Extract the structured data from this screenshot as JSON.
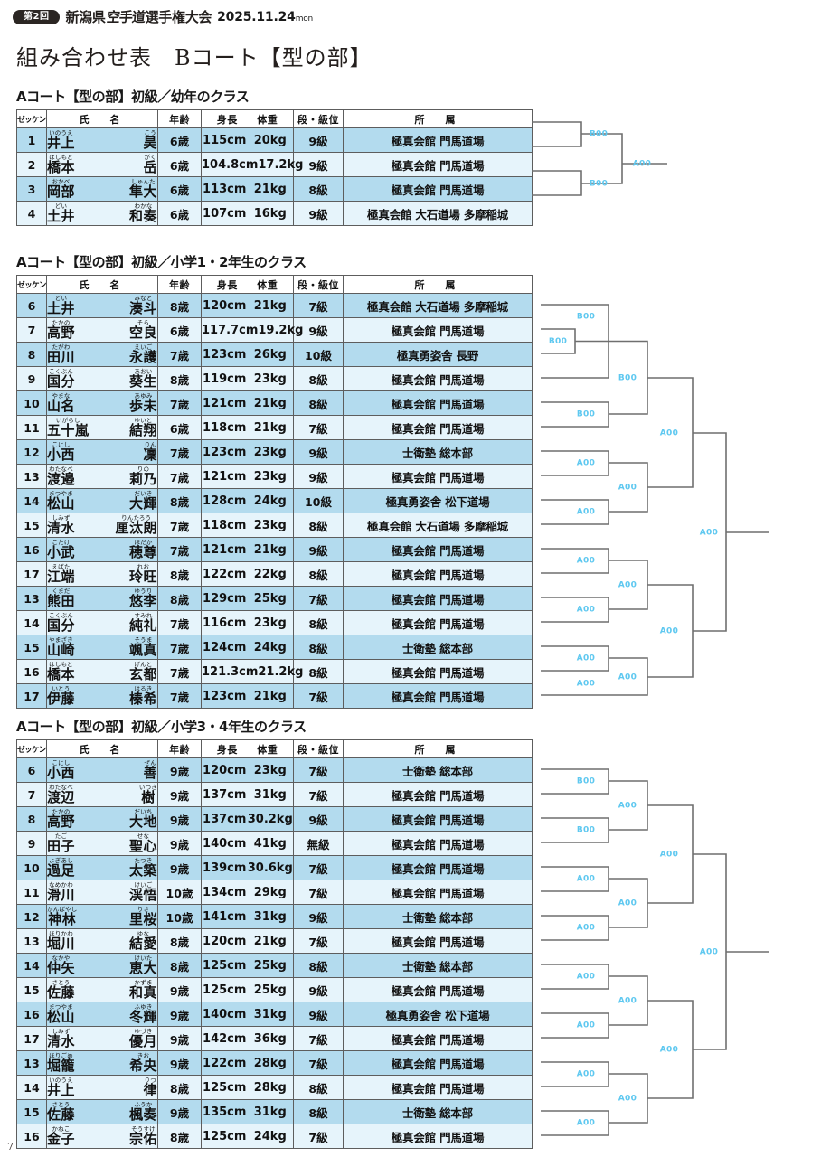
{
  "header": {
    "edition_pill": "第2回",
    "event_prefix": "新潟県",
    "event_brush": "空手道",
    "event_suffix": "選手権大会",
    "date": "2025.11.24",
    "weekday": "mon"
  },
  "page_title": "組み合わせ表　Bコート【型の部】",
  "page_number": "7",
  "colors": {
    "row_even": "#b3dbee",
    "row_odd": "#e6f4fb",
    "bracket_label": "#5ec8f0",
    "bracket_line": "#6f6f6f",
    "border": "#5d5d5d"
  },
  "table_headers": {
    "bib": "ゼッケン",
    "name": "氏　名",
    "age": "年齢",
    "height": "身長",
    "weight": "体重",
    "rank": "段・級位",
    "affiliation": "所　属"
  },
  "blocks": [
    {
      "title": "Aコート【型の部】初級／幼年のクラス",
      "rows": [
        {
          "bib": "1",
          "kana_sei": "いのうえ",
          "sei": "井上",
          "kana_mei": "こう",
          "mei": "昊",
          "age": "6歳",
          "height": "115cm",
          "weight": "20kg",
          "rank": "9級",
          "affiliation": "極真会館 門馬道場"
        },
        {
          "bib": "2",
          "kana_sei": "はしもと",
          "sei": "橋本",
          "kana_mei": "がく",
          "mei": "岳",
          "age": "6歳",
          "height": "104.8cm",
          "weight": "17.2kg",
          "rank": "9級",
          "affiliation": "極真会館 門馬道場"
        },
        {
          "bib": "3",
          "kana_sei": "おかべ",
          "sei": "岡部",
          "kana_mei": "しゅんた",
          "mei": "隼大",
          "age": "6歳",
          "height": "113cm",
          "weight": "21kg",
          "rank": "8級",
          "affiliation": "極真会館 門馬道場"
        },
        {
          "bib": "4",
          "kana_sei": "どい",
          "sei": "土井",
          "kana_mei": "わかな",
          "mei": "和奏",
          "age": "6歳",
          "height": "107cm",
          "weight": "16kg",
          "rank": "9級",
          "affiliation": "極真会館 大石道場 多摩稲城"
        }
      ],
      "bracket": {
        "labels_round1": [
          "B00",
          "B00"
        ],
        "labels_round2": [
          "A00"
        ]
      }
    },
    {
      "title": "Aコート【型の部】初級／小学1・2年生のクラス",
      "rows": [
        {
          "bib": "6",
          "kana_sei": "どい",
          "sei": "土井",
          "kana_mei": "みなと",
          "mei": "湊斗",
          "age": "8歳",
          "height": "120cm",
          "weight": "21kg",
          "rank": "7級",
          "affiliation": "極真会館 大石道場 多摩稲城"
        },
        {
          "bib": "7",
          "kana_sei": "たかの",
          "sei": "高野",
          "kana_mei": "そら",
          "mei": "空良",
          "age": "6歳",
          "height": "117.7cm",
          "weight": "19.2kg",
          "rank": "9級",
          "affiliation": "極真会館 門馬道場"
        },
        {
          "bib": "8",
          "kana_sei": "たがわ",
          "sei": "田川",
          "kana_mei": "えいご",
          "mei": "永護",
          "age": "7歳",
          "height": "123cm",
          "weight": "26kg",
          "rank": "10級",
          "affiliation": "極真勇姿舎 長野"
        },
        {
          "bib": "9",
          "kana_sei": "こくぶん",
          "sei": "国分",
          "kana_mei": "あおい",
          "mei": "葵生",
          "age": "8歳",
          "height": "119cm",
          "weight": "23kg",
          "rank": "8級",
          "affiliation": "極真会館 門馬道場"
        },
        {
          "bib": "10",
          "kana_sei": "やまな",
          "sei": "山名",
          "kana_mei": "あゆみ",
          "mei": "歩未",
          "age": "7歳",
          "height": "121cm",
          "weight": "21kg",
          "rank": "8級",
          "affiliation": "極真会館 門馬道場"
        },
        {
          "bib": "11",
          "kana_sei": "いがらし",
          "sei": "五十嵐",
          "kana_mei": "ゆいと",
          "mei": "結翔",
          "age": "6歳",
          "height": "118cm",
          "weight": "21kg",
          "rank": "7級",
          "affiliation": "極真会館 門馬道場"
        },
        {
          "bib": "12",
          "kana_sei": "こにし",
          "sei": "小西",
          "kana_mei": "りん",
          "mei": "凜",
          "age": "7歳",
          "height": "123cm",
          "weight": "23kg",
          "rank": "9級",
          "affiliation": "士衛塾 総本部"
        },
        {
          "bib": "13",
          "kana_sei": "わたなべ",
          "sei": "渡邉",
          "kana_mei": "りの",
          "mei": "莉乃",
          "age": "7歳",
          "height": "121cm",
          "weight": "23kg",
          "rank": "9級",
          "affiliation": "極真会館 門馬道場"
        },
        {
          "bib": "14",
          "kana_sei": "まつやま",
          "sei": "松山",
          "kana_mei": "だいき",
          "mei": "大輝",
          "age": "8歳",
          "height": "128cm",
          "weight": "24kg",
          "rank": "10級",
          "affiliation": "極真勇姿舎 松下道場"
        },
        {
          "bib": "15",
          "kana_sei": "しみず",
          "sei": "清水",
          "kana_mei": "りんたろう",
          "mei": "厘汰朗",
          "age": "7歳",
          "height": "118cm",
          "weight": "23kg",
          "rank": "8級",
          "affiliation": "極真会館 大石道場 多摩稲城"
        },
        {
          "bib": "16",
          "kana_sei": "こたけ",
          "sei": "小武",
          "kana_mei": "ほだか",
          "mei": "穂尊",
          "age": "7歳",
          "height": "121cm",
          "weight": "21kg",
          "rank": "9級",
          "affiliation": "極真会館 門馬道場"
        },
        {
          "bib": "17",
          "kana_sei": "えばた",
          "sei": "江端",
          "kana_mei": "れお",
          "mei": "玲旺",
          "age": "8歳",
          "height": "122cm",
          "weight": "22kg",
          "rank": "8級",
          "affiliation": "極真会館 門馬道場"
        },
        {
          "bib": "13",
          "kana_sei": "くまだ",
          "sei": "熊田",
          "kana_mei": "ゆうり",
          "mei": "悠李",
          "age": "8歳",
          "height": "129cm",
          "weight": "25kg",
          "rank": "7級",
          "affiliation": "極真会館 門馬道場"
        },
        {
          "bib": "14",
          "kana_sei": "こくぶん",
          "sei": "国分",
          "kana_mei": "すみれ",
          "mei": "純礼",
          "age": "7歳",
          "height": "116cm",
          "weight": "23kg",
          "rank": "8級",
          "affiliation": "極真会館 門馬道場"
        },
        {
          "bib": "15",
          "kana_sei": "やまざき",
          "sei": "山崎",
          "kana_mei": "そうま",
          "mei": "颯真",
          "age": "7歳",
          "height": "124cm",
          "weight": "24kg",
          "rank": "8級",
          "affiliation": "士衛塾 総本部"
        },
        {
          "bib": "16",
          "kana_sei": "はしもと",
          "sei": "橋本",
          "kana_mei": "げんと",
          "mei": "玄都",
          "age": "7歳",
          "height": "121.3cm",
          "weight": "21.2kg",
          "rank": "8級",
          "affiliation": "極真会館 門馬道場"
        },
        {
          "bib": "17",
          "kana_sei": "いとう",
          "sei": "伊藤",
          "kana_mei": "はるき",
          "mei": "榛希",
          "age": "7歳",
          "height": "123cm",
          "weight": "21kg",
          "rank": "7級",
          "affiliation": "極真会館 門馬道場"
        }
      ],
      "bracket": {
        "labels_inner": [
          "B00"
        ],
        "labels_round1": [
          "B00",
          "B00",
          "A00",
          "A00",
          "A00",
          "A00",
          "A00",
          "A00"
        ],
        "labels_round2": [
          "B00",
          "A00",
          "A00",
          "A00"
        ],
        "labels_round3": [
          "A00",
          "A00"
        ],
        "labels_final": [
          "A00"
        ]
      }
    },
    {
      "title": "Aコート【型の部】初級／小学3・4年生のクラス",
      "rows": [
        {
          "bib": "6",
          "kana_sei": "こにし",
          "sei": "小西",
          "kana_mei": "ぜん",
          "mei": "善",
          "age": "9歳",
          "height": "120cm",
          "weight": "23kg",
          "rank": "7級",
          "affiliation": "士衛塾 総本部"
        },
        {
          "bib": "7",
          "kana_sei": "わたなべ",
          "sei": "渡辺",
          "kana_mei": "いつき",
          "mei": "樹",
          "age": "9歳",
          "height": "137cm",
          "weight": "31kg",
          "rank": "7級",
          "affiliation": "極真会館 門馬道場"
        },
        {
          "bib": "8",
          "kana_sei": "たかの",
          "sei": "高野",
          "kana_mei": "だいち",
          "mei": "大地",
          "age": "9歳",
          "height": "137cm",
          "weight": "30.2kg",
          "rank": "9級",
          "affiliation": "極真会館 門馬道場"
        },
        {
          "bib": "9",
          "kana_sei": "たご",
          "sei": "田子",
          "kana_mei": "せな",
          "mei": "聖心",
          "age": "9歳",
          "height": "140cm",
          "weight": "41kg",
          "rank": "無級",
          "affiliation": "極真会館 門馬道場"
        },
        {
          "bib": "10",
          "kana_sei": "よぎあし",
          "sei": "過足",
          "kana_mei": "たつき",
          "mei": "太築",
          "age": "9歳",
          "height": "139cm",
          "weight": "30.6kg",
          "rank": "7級",
          "affiliation": "極真会館 門馬道場"
        },
        {
          "bib": "11",
          "kana_sei": "なめかわ",
          "sei": "滑川",
          "kana_mei": "けいご",
          "mei": "渓悟",
          "age": "10歳",
          "height": "134cm",
          "weight": "29kg",
          "rank": "7級",
          "affiliation": "極真会館 門馬道場"
        },
        {
          "bib": "12",
          "kana_sei": "かんばやし",
          "sei": "神林",
          "kana_mei": "りさ",
          "mei": "里桜",
          "age": "10歳",
          "height": "141cm",
          "weight": "31kg",
          "rank": "9級",
          "affiliation": "士衛塾 総本部"
        },
        {
          "bib": "13",
          "kana_sei": "ほりかわ",
          "sei": "堀川",
          "kana_mei": "ゆな",
          "mei": "結愛",
          "age": "8歳",
          "height": "120cm",
          "weight": "21kg",
          "rank": "7級",
          "affiliation": "極真会館 門馬道場"
        },
        {
          "bib": "14",
          "kana_sei": "なかや",
          "sei": "仲矢",
          "kana_mei": "けいた",
          "mei": "恵大",
          "age": "8歳",
          "height": "125cm",
          "weight": "25kg",
          "rank": "8級",
          "affiliation": "士衛塾 総本部"
        },
        {
          "bib": "15",
          "kana_sei": "さとう",
          "sei": "佐藤",
          "kana_mei": "かずま",
          "mei": "和真",
          "age": "9歳",
          "height": "125cm",
          "weight": "25kg",
          "rank": "9級",
          "affiliation": "極真会館 門馬道場"
        },
        {
          "bib": "16",
          "kana_sei": "まつやま",
          "sei": "松山",
          "kana_mei": "ふゆき",
          "mei": "冬輝",
          "age": "9歳",
          "height": "140cm",
          "weight": "31kg",
          "rank": "9級",
          "affiliation": "極真勇姿舎 松下道場"
        },
        {
          "bib": "17",
          "kana_sei": "しみず",
          "sei": "清水",
          "kana_mei": "ゆづき",
          "mei": "優月",
          "age": "9歳",
          "height": "142cm",
          "weight": "36kg",
          "rank": "7級",
          "affiliation": "極真会館 門馬道場"
        },
        {
          "bib": "13",
          "kana_sei": "ほりごめ",
          "sei": "堀籠",
          "kana_mei": "きお",
          "mei": "希央",
          "age": "9歳",
          "height": "122cm",
          "weight": "28kg",
          "rank": "7級",
          "affiliation": "極真会館 門馬道場"
        },
        {
          "bib": "14",
          "kana_sei": "いのうえ",
          "sei": "井上",
          "kana_mei": "りつ",
          "mei": "律",
          "age": "8歳",
          "height": "125cm",
          "weight": "28kg",
          "rank": "8級",
          "affiliation": "極真会館 門馬道場"
        },
        {
          "bib": "15",
          "kana_sei": "さとう",
          "sei": "佐藤",
          "kana_mei": "ふうか",
          "mei": "楓奏",
          "age": "9歳",
          "height": "135cm",
          "weight": "31kg",
          "rank": "8級",
          "affiliation": "士衛塾 総本部"
        },
        {
          "bib": "16",
          "kana_sei": "かねこ",
          "sei": "金子",
          "kana_mei": "そうすけ",
          "mei": "宗佑",
          "age": "8歳",
          "height": "125cm",
          "weight": "24kg",
          "rank": "7級",
          "affiliation": "極真会館 門馬道場"
        }
      ],
      "bracket": {
        "labels_round1": [
          "B00",
          "B00",
          "A00",
          "A00",
          "A00",
          "A00",
          "A00",
          "A00"
        ],
        "labels_round2": [
          "A00",
          "A00",
          "A00",
          "A00"
        ],
        "labels_round3": [
          "A00",
          "A00"
        ],
        "labels_final": [
          "A00"
        ]
      }
    }
  ]
}
